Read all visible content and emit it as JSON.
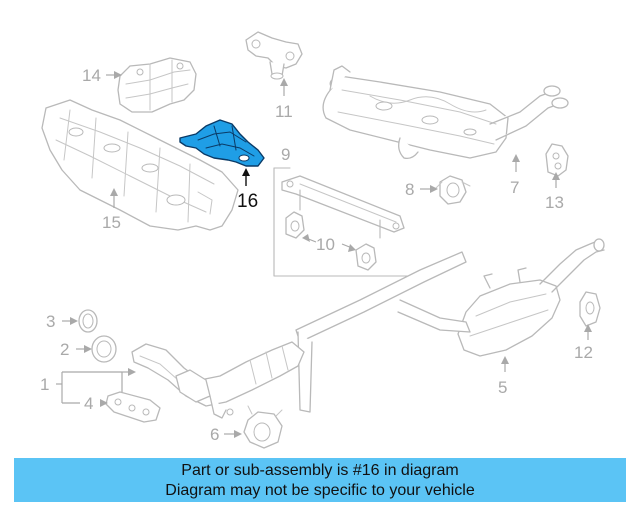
{
  "callouts": {
    "c1": "1",
    "c2": "2",
    "c3": "3",
    "c4": "4",
    "c5": "5",
    "c6": "6",
    "c7": "7",
    "c8": "8",
    "c9": "9",
    "c10": "10",
    "c11": "11",
    "c12": "12",
    "c13": "13",
    "c14": "14",
    "c15": "15",
    "c16": "16"
  },
  "highlighted_part": "16",
  "banner": {
    "line1": "Part or sub-assembly is #16 in diagram",
    "line2": "Diagram may not be specific to your vehicle"
  },
  "colors": {
    "banner_background": "#5bc4f5",
    "highlight_fill": "#1f9ee6",
    "highlight_outline": "#0a3a66",
    "line_art": "#b9b9b9"
  }
}
